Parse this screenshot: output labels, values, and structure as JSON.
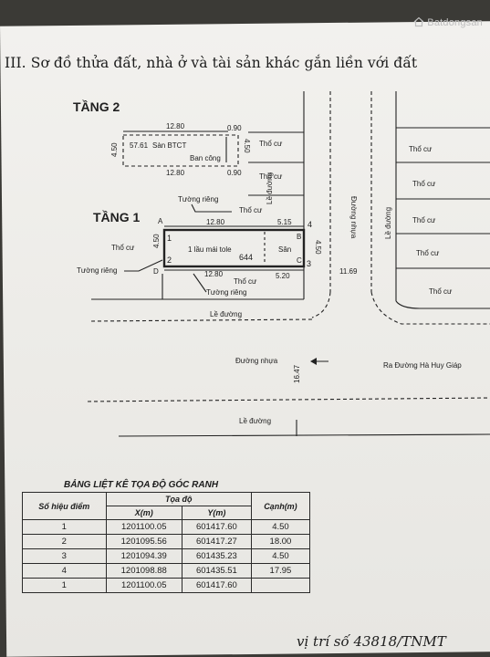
{
  "watermark": "Batdongsan",
  "heading": "III. Sơ đồ thửa đất, nhà ở và tài sản khác gắn liền với đất",
  "floor2": {
    "label": "TẦNG 2",
    "top_dim": "12.80",
    "top_right_dim": "0.90",
    "bottom_dim": "12.80",
    "bottom_right_dim": "0.90",
    "left_dim": "4.50",
    "area": "57.61",
    "slab": "Sàn BTCT",
    "balcony": "Ban công",
    "right_dim": "4.50"
  },
  "floor1": {
    "label": "TẦNG 1",
    "wall_top": "Tường riêng",
    "wall_left": "Tường riêng",
    "wall_bottom": "Tường riêng",
    "top_dim": "12.80",
    "top_right_dim": "5.15",
    "bottom_dim": "12.80",
    "bottom_right_dim": "5.20",
    "left_dim": "4.50",
    "right_dim": "4.50",
    "house": "1 lầu mái tole",
    "yard": "Sân",
    "plot_no": "644",
    "p1": "1",
    "p2": "2",
    "p3": "3",
    "p4": "4",
    "cA": "A",
    "cB": "B",
    "cC": "C",
    "cD": "D"
  },
  "labels": {
    "tho_cu": "Thổ cư",
    "le_duong": "Lề đường",
    "duong_nhua": "Đường nhựa",
    "ra_duong": "Ra Đường Hà Huy Giáp",
    "dim_1647": "16.47",
    "dim_1169": "11.69"
  },
  "table": {
    "title": "BẢNG LIỆT KÊ TỌA ĐỘ GÓC RANH",
    "h_point": "Số hiệu điểm",
    "h_coord": "Tọa độ",
    "h_x": "X(m)",
    "h_y": "Y(m)",
    "h_edge": "Cạnh(m)",
    "rows": [
      {
        "point": "1",
        "x": "1201100.05",
        "y": "601417.60",
        "edge": "4.50"
      },
      {
        "point": "2",
        "x": "1201095.56",
        "y": "601417.27",
        "edge": "18.00"
      },
      {
        "point": "3",
        "x": "1201094.39",
        "y": "601435.23",
        "edge": "4.50"
      },
      {
        "point": "4",
        "x": "1201098.88",
        "y": "601435.51",
        "edge": "17.95"
      },
      {
        "point": "1",
        "x": "1201100.05",
        "y": "601417.60",
        "edge": ""
      }
    ]
  },
  "footer": "vị trí số 43818/TNMT"
}
